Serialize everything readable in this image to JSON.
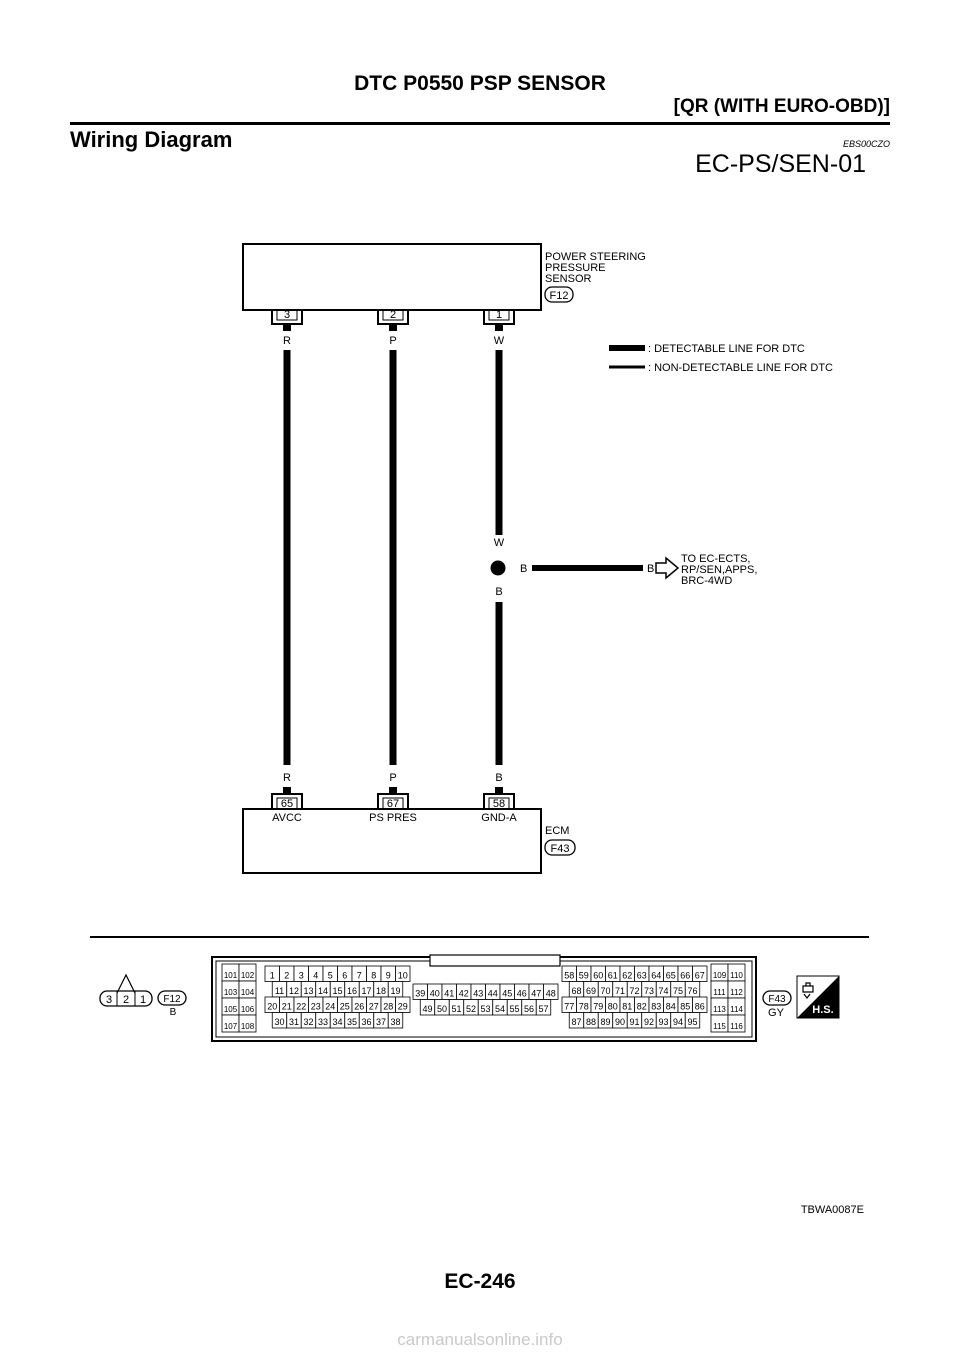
{
  "header": {
    "title": "DTC P0550 PSP SENSOR",
    "subtitle": "[QR (WITH EURO-OBD)]"
  },
  "section": {
    "title": "Wiring Diagram",
    "code": "EBS00CZO",
    "diagram_id": "EC-PS/SEN-01"
  },
  "sensor": {
    "name_lines": [
      "POWER STEERING",
      "PRESSURE",
      "SENSOR"
    ],
    "connector": "F12",
    "pins": [
      {
        "pin": "3",
        "wire_color": "R"
      },
      {
        "pin": "2",
        "wire_color": "P"
      },
      {
        "pin": "1",
        "wire_color": "W"
      }
    ]
  },
  "legend": {
    "detectable": ": DETECTABLE LINE FOR DTC",
    "non_detectable": ": NON-DETECTABLE LINE FOR DTC"
  },
  "splice": {
    "upper_color": "W",
    "lower_color": "B",
    "branch_color": "B",
    "branch_end_color": "B",
    "destination_lines": [
      "TO EC-ECTS,",
      "RP/SEN,APPS,",
      "BRC-4WD"
    ]
  },
  "ecm": {
    "name": "ECM",
    "connector": "F43",
    "terminals": [
      {
        "pin": "65",
        "wire_color": "R",
        "label": "AVCC"
      },
      {
        "pin": "67",
        "wire_color": "P",
        "label": "PS PRES"
      },
      {
        "pin": "58",
        "wire_color": "B",
        "label": "GND-A"
      }
    ]
  },
  "connector_views": {
    "f12": {
      "pins": [
        "3",
        "2",
        "1"
      ],
      "id": "F12",
      "color": "B"
    },
    "f43": {
      "id": "F43",
      "color": "GY",
      "hs_label": "H.S.",
      "left_block": [
        [
          "101",
          "102"
        ],
        [
          "103",
          "104"
        ],
        [
          "105",
          "106"
        ],
        [
          "107",
          "108"
        ]
      ],
      "block_a": [
        [
          "1",
          "2",
          "3",
          "4",
          "5",
          "6",
          "7",
          "8",
          "9",
          "10"
        ],
        [
          "11",
          "12",
          "13",
          "14",
          "15",
          "16",
          "17",
          "18",
          "19"
        ],
        [
          "20",
          "21",
          "22",
          "23",
          "24",
          "25",
          "26",
          "27",
          "28",
          "29"
        ],
        [
          "30",
          "31",
          "32",
          "33",
          "34",
          "35",
          "36",
          "37",
          "38"
        ]
      ],
      "block_b": [
        [
          "39",
          "40",
          "41",
          "42",
          "43",
          "44",
          "45",
          "46",
          "47",
          "48"
        ],
        [
          "49",
          "50",
          "51",
          "52",
          "53",
          "54",
          "55",
          "56",
          "57"
        ]
      ],
      "block_c": [
        [
          "58",
          "59",
          "60",
          "61",
          "62",
          "63",
          "64",
          "65",
          "66",
          "67"
        ],
        [
          "68",
          "69",
          "70",
          "71",
          "72",
          "73",
          "74",
          "75",
          "76"
        ],
        [
          "77",
          "78",
          "79",
          "80",
          "81",
          "82",
          "83",
          "84",
          "85",
          "86"
        ],
        [
          "87",
          "88",
          "89",
          "90",
          "91",
          "92",
          "93",
          "94",
          "95"
        ]
      ],
      "right_block": [
        [
          "109",
          "110"
        ],
        [
          "111",
          "112"
        ],
        [
          "113",
          "114"
        ],
        [
          "115",
          "116"
        ]
      ]
    }
  },
  "footer": {
    "ref": "TBWA0087E",
    "page": "EC-246",
    "watermark": "carmanualsonline.info"
  }
}
